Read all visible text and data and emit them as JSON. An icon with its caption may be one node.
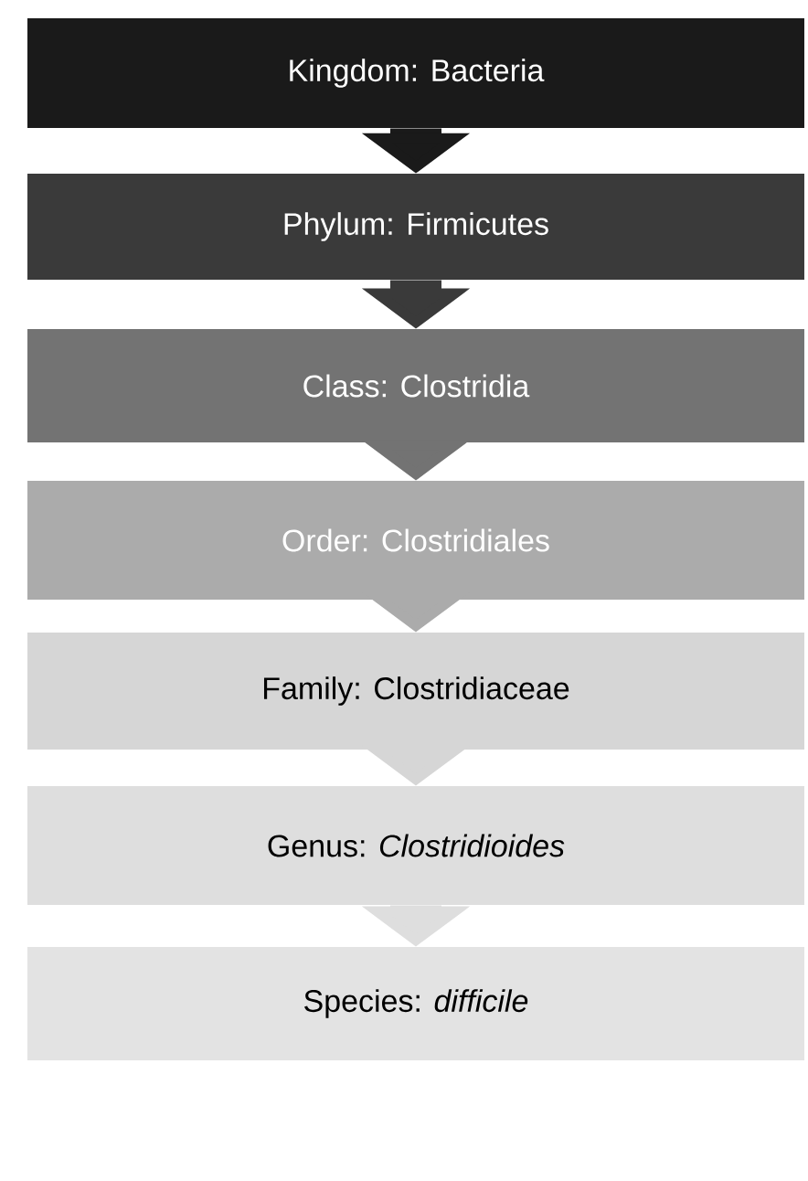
{
  "diagram": {
    "nodes": [
      {
        "text": [
          "Kingdom: Bacteria"
        ]
      },
      {
        "text": [
          "Phylum: Firmicutes"
        ]
      },
      {
        "text": [
          "Class: Clostridia"
        ]
      },
      {
        "text": [
          "Order: Clostridiales"
        ]
      },
      {
        "text": [
          "Family: Clostridiaceae"
        ]
      },
      {
        "text": [
          "Genus: *Clostridioides*"
        ]
      },
      {
        "text": [
          "Species: *difficile*"
        ]
      }
    ],
    "edges": [
      {
        "from": 0,
        "to": 1,
        "arrow": "to",
        "color": "#1a1a1a"
      },
      {
        "from": 1,
        "to": 2,
        "arrow": "to",
        "color": "#3a3a3a"
      },
      {
        "from": 2,
        "to": 3,
        "arrow": "to",
        "color": "#737373"
      },
      {
        "from": 3,
        "to": 4,
        "arrow": "to",
        "color": "#ababab"
      },
      {
        "from": 4,
        "to": 5,
        "arrow": "to",
        "color": "#d6d6d6"
      },
      {
        "from": 5,
        "to": 6,
        "arrow": "to",
        "color": "#dedede"
      }
    ]
  }
}
